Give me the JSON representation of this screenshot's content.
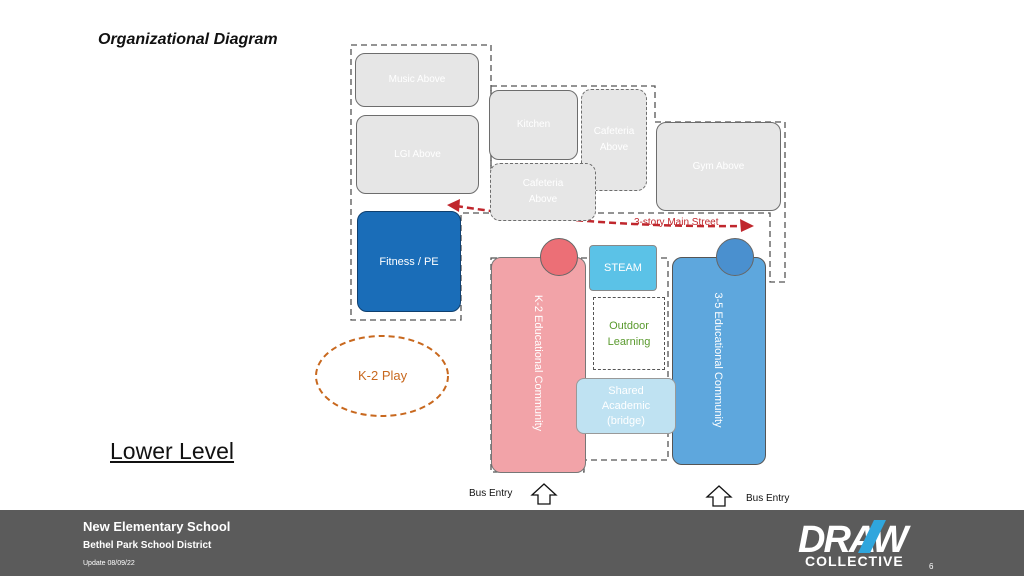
{
  "title": "Organizational Diagram",
  "level": "Lower Level",
  "rooms": {
    "music": "Music Above",
    "lgi": "LGI Above",
    "kitchen": "Kitchen",
    "cafeteria_right": "Cafeteria Above",
    "cafeteria_lower": "Cafeteria Above",
    "gym": "Gym Above",
    "fitness": "Fitness / PE",
    "steam": "STEAM",
    "outdoor": "Outdoor Learning",
    "shared": "Shared Academic (bridge)",
    "k2_community": "K-2 Educational Community",
    "g35_community": "3-5 Educational Community",
    "k2_play": "K-2 Play"
  },
  "main_street": "3-story Main Street",
  "bus_entry_left": "Bus Entry",
  "bus_entry_right": "Bus Entry",
  "footer": {
    "school": "New Elementary School",
    "district": "Bethel Park School District",
    "update": "Update 08/09/22",
    "page": "6",
    "logo_top": "DRAW",
    "logo_bottom": "COLLECTIVE"
  },
  "colors": {
    "fitness": "#1a6db8",
    "k2": "#f2a3a8",
    "k2_circle": "#ec6f76",
    "g35": "#5ea7dd",
    "g35_circle": "#4a90cf",
    "steam": "#5bc2e7",
    "shared": "#bfe2f2",
    "outdoor_text": "#5a9a2e",
    "play": "#c8681e",
    "main_street": "#c0272d",
    "gray_room": "#e6e6e6",
    "footer": "#5b5b5b"
  }
}
